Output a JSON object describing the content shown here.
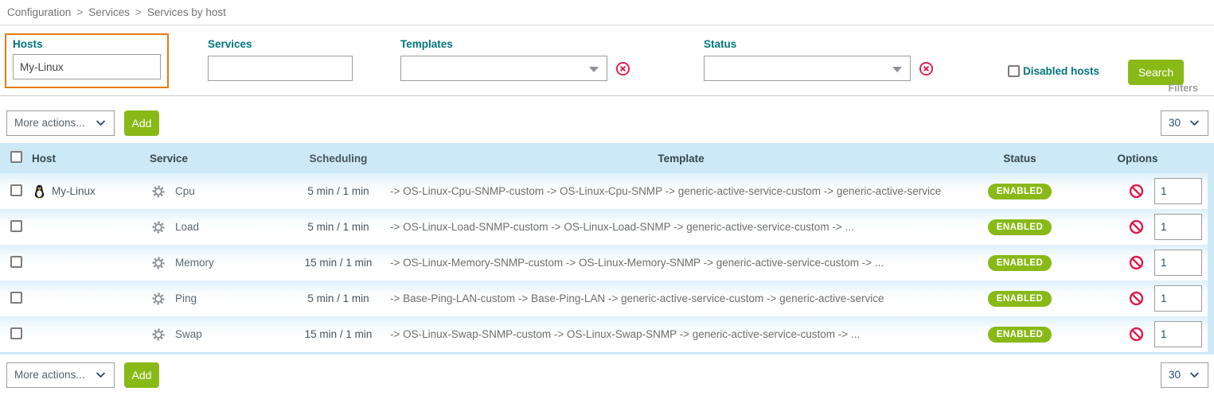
{
  "breadcrumb": {
    "separator": ">",
    "items": [
      "Configuration",
      "Services",
      "Services by host"
    ]
  },
  "filters": {
    "hosts": {
      "label": "Hosts",
      "value": "My-Linux"
    },
    "services": {
      "label": "Services",
      "value": ""
    },
    "templates": {
      "label": "Templates",
      "value": ""
    },
    "status": {
      "label": "Status",
      "value": ""
    },
    "disabled_hosts_label": "Disabled hosts",
    "search_label": "Search",
    "filters_caption": "Filters"
  },
  "toolbar": {
    "more_actions_label": "More actions...",
    "add_label": "Add",
    "page_size": "30"
  },
  "table": {
    "columns": {
      "host": "Host",
      "service": "Service",
      "scheduling": "Scheduling",
      "template": "Template",
      "status": "Status",
      "options": "Options"
    },
    "rows": [
      {
        "host": "My-Linux",
        "service": "Cpu",
        "scheduling": "5 min / 1 min",
        "template": "-> OS-Linux-Cpu-SNMP-custom -> OS-Linux-Cpu-SNMP -> generic-active-service-custom -> generic-active-service",
        "status": "ENABLED",
        "options_value": "1"
      },
      {
        "host": "",
        "service": "Load",
        "scheduling": "5 min / 1 min",
        "template": "-> OS-Linux-Load-SNMP-custom -> OS-Linux-Load-SNMP -> generic-active-service-custom -> ...",
        "status": "ENABLED",
        "options_value": "1"
      },
      {
        "host": "",
        "service": "Memory",
        "scheduling": "15 min / 1 min",
        "template": "-> OS-Linux-Memory-SNMP-custom -> OS-Linux-Memory-SNMP -> generic-active-service-custom -> ...",
        "status": "ENABLED",
        "options_value": "1"
      },
      {
        "host": "",
        "service": "Ping",
        "scheduling": "5 min / 1 min",
        "template": "-> Base-Ping-LAN-custom -> Base-Ping-LAN -> generic-active-service-custom -> generic-active-service",
        "status": "ENABLED",
        "options_value": "1"
      },
      {
        "host": "",
        "service": "Swap",
        "scheduling": "15 min / 1 min",
        "template": "-> OS-Linux-Swap-SNMP-custom -> OS-Linux-Swap-SNMP -> generic-active-service-custom -> ...",
        "status": "ENABLED",
        "options_value": "1"
      }
    ]
  },
  "colors": {
    "accent_green": "#88b917",
    "teal_label": "#00757d",
    "header_blue": "#cde9f7",
    "highlight_orange": "#e87a10",
    "danger_red": "#e01a4a"
  }
}
